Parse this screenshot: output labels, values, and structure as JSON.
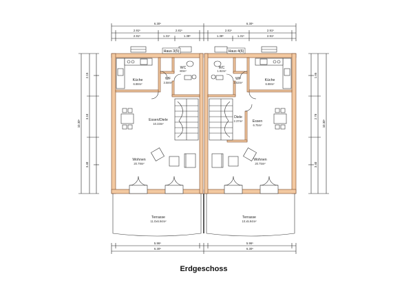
{
  "floor_title": "Erdgeschoss",
  "houses": {
    "left_label": "Haus 3(5)",
    "right_label": "Haus 4(6)"
  },
  "rooms": {
    "left": {
      "kitchen": {
        "name": "Küche",
        "area": "6.88m²"
      },
      "wc": {
        "name": "WC",
        "area": "80m²"
      },
      "hwr": {
        "name": "WF",
        "area": "3.58m²"
      },
      "dining": {
        "name": "Essen/Diele",
        "area": "10.33m²"
      },
      "living": {
        "name": "Wohnen",
        "area": "20.79m²"
      },
      "terrace": {
        "name": "Terrasse",
        "area": "11.0x6.94m²"
      }
    },
    "right": {
      "kitchen": {
        "name": "Küche",
        "area": "6.88m²"
      },
      "wc": {
        "name": "WC",
        "area": "1.92m²"
      },
      "hwr": {
        "name": "WF",
        "area": "3.53m²"
      },
      "diele": {
        "name": "Diele",
        "area": "2.37m²"
      },
      "dining": {
        "name": "Essen",
        "area": "6.75m²"
      },
      "living": {
        "name": "Wohnen",
        "area": "20.75m²"
      },
      "terrace": {
        "name": "Terrasse",
        "area": "10.x5.94m²"
      }
    }
  },
  "dimensions": {
    "top_overall_left": "6.30⁵",
    "top_overall_right": "6.30⁵",
    "top_inner_left_a": "2.91⁵",
    "top_inner_left_b": "2.81⁵",
    "top_inner_right_a": "2.81⁵",
    "top_inner_right_b": "2.91⁵",
    "top_sub_left_a": "2.91⁵",
    "top_sub_left_b": "1.31⁵",
    "top_sub_left_c": "1.38⁵",
    "top_sub_right_a": "1.38⁵",
    "top_sub_right_b": "1.31⁵",
    "top_sub_right_c": "2.91⁵",
    "bottom_inner_left": "5.96⁵",
    "bottom_inner_right": "5.96⁵",
    "bottom_overall_left": "6.30⁵",
    "bottom_overall_right": "6.30⁵",
    "left_overall": "10.30⁵",
    "right_overall": "10.30⁵",
    "side_segments": [
      "2.15",
      "3.10",
      "3.40",
      "1.95",
      "2.78",
      "3.40"
    ]
  }
}
